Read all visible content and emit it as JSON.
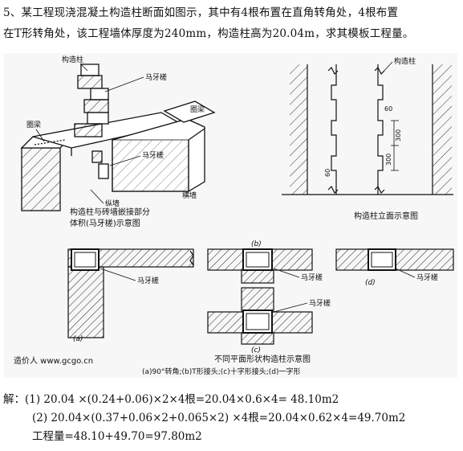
{
  "question": {
    "line1": "5、某工程现浇混凝土构造柱断面如图示，其中有4根布置在直角转角处，4根布置",
    "line2": "在T形转角处，该工程墙体厚度为240mm，构造柱高为20.04m，求其模板工程量。"
  },
  "figure": {
    "iso": {
      "label_column": "构造柱",
      "label_horse_top": "马牙槎",
      "label_ring_beam_right": "圈梁",
      "label_ring_beam_left": "圈梁",
      "label_horse_mid": "马牙槎",
      "label_wall_vertical": "纵墙",
      "label_wall_horizontal": "横墙",
      "caption_line1": "构造柱与砖墙嵌接部分",
      "caption_line2": "体积(马牙槎)示意图"
    },
    "elevation": {
      "label_column": "构造柱",
      "dim_60_top": "60",
      "dim_300_a": "300",
      "dim_300_b": "300",
      "dim_60_bottom": "60",
      "caption": "构造柱立面示意图"
    },
    "plans": {
      "label_a": "(a)",
      "label_b": "(b)",
      "label_c": "(c)",
      "label_d": "(d)",
      "label_horse_a": "马牙槎",
      "label_horse_b": "马牙槎",
      "label_horse_c": "马牙槎",
      "label_horse_d": "马牙槎",
      "watermark": "造价人 www.gcgo.cn",
      "caption_line1": "不同平面形状构造柱示意图",
      "caption_line2": "(a)90°转角;(b)T形接头;(c)十字形接头;(d)一字形"
    }
  },
  "solution": {
    "line1": "解：(1)  20.04 ×(0.24+0.06)×2×4根=20.04×0.6×4= 48.10m2",
    "line2": "(2)  20.04×(0.37+0.06×2+0.065×2) ×4根=20.04×0.62×4=49.70m2",
    "line3": "工程量=48.10+49.70=97.80m2"
  }
}
